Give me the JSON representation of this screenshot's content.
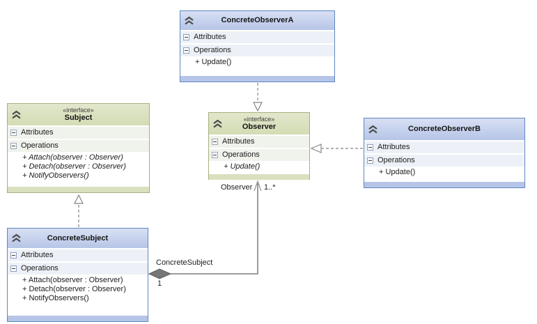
{
  "diagram": {
    "type": "uml-class-diagram",
    "pattern": "Observer",
    "classes": [
      {
        "id": "concrete-observer-a",
        "kind": "class",
        "title": "ConcreteObserverA",
        "attributes_label": "Attributes",
        "operations_label": "Operations",
        "operations": [
          "+ Update()"
        ]
      },
      {
        "id": "subject",
        "kind": "interface",
        "stereotype": "«interface»",
        "title": "Subject",
        "attributes_label": "Attributes",
        "operations_label": "Operations",
        "operations": [
          "+ Attach(observer : Observer)",
          "+ Detach(observer : Observer)",
          "+ NotifyObservers()"
        ]
      },
      {
        "id": "observer",
        "kind": "interface",
        "stereotype": "«interface»",
        "title": "Observer",
        "attributes_label": "Attributes",
        "operations_label": "Operations",
        "operations": [
          "+ Update()"
        ]
      },
      {
        "id": "concrete-observer-b",
        "kind": "class",
        "title": "ConcreteObserverB",
        "attributes_label": "Attributes",
        "operations_label": "Operations",
        "operations": [
          "+ Update()"
        ]
      },
      {
        "id": "concrete-subject",
        "kind": "class",
        "title": "ConcreteSubject",
        "attributes_label": "Attributes",
        "operations_label": "Operations",
        "operations": [
          "+ Attach(observer : Observer)",
          "+ Detach(observer : Observer)",
          "+ NotifyObservers()"
        ]
      }
    ],
    "association": {
      "source": "ConcreteSubject",
      "target": "Observer",
      "source_label": "ConcreteSubject",
      "source_multiplicity": "1",
      "target_label": "Observer",
      "target_multiplicity": "1..*"
    },
    "realizations": [
      {
        "from": "ConcreteObserverA",
        "to": "Observer"
      },
      {
        "from": "ConcreteObserverB",
        "to": "Observer"
      },
      {
        "from": "ConcreteSubject",
        "to": "Subject"
      }
    ],
    "colors": {
      "class_border": "#5d87c1",
      "class_header_top": "#d8e0f3",
      "class_header_bottom": "#b6c5e7",
      "interface_border": "#a6b07e",
      "interface_header_top": "#e2e7cc",
      "interface_header_bottom": "#d3dcb4",
      "section_row_blue": "#edf1f7",
      "section_row_green": "#f0f2ec",
      "connector_gray": "#8a8a8a",
      "diamond_fill": "#767676"
    },
    "icons": {
      "collapse": "chevron-double-up-icon",
      "section_toggle": "minus-box-icon"
    }
  }
}
